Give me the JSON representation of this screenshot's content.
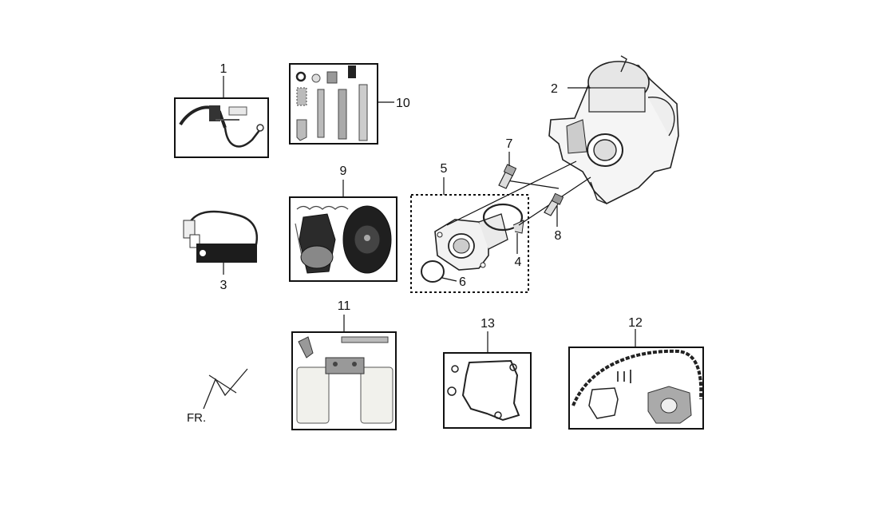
{
  "callouts": {
    "c1": "1",
    "c2": "2",
    "c3": "3",
    "c4": "4",
    "c5": "5",
    "c6": "6",
    "c7": "7",
    "c8": "8",
    "c9": "9",
    "c10": "10",
    "c11": "11",
    "c12": "12",
    "c13": "13"
  },
  "direction_label": "FR."
}
